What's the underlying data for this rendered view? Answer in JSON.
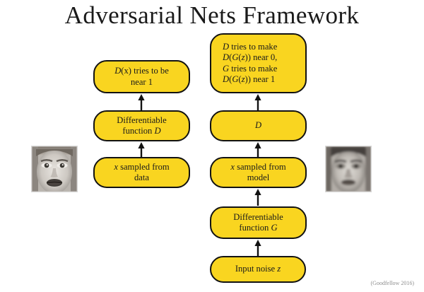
{
  "slide": {
    "title": "Adversarial Nets Framework",
    "attribution": "(Goodfellow 2016)",
    "colors": {
      "node_fill": "#f9d520",
      "node_stroke": "#121212",
      "title_color": "#1a1a1a",
      "attribution_color": "#8e8e8e",
      "background": "#ffffff"
    }
  },
  "nodes": {
    "d_objective": {
      "name": "D(x) tries to be near 1",
      "lines": [
        "D(x) tries to be",
        "near 1"
      ]
    },
    "differentiable_d": {
      "name": "Differentiable function D",
      "lines": [
        "Differentiable",
        "function D"
      ]
    },
    "x_from_data": {
      "name": "x sampled from data",
      "lines": [
        "x sampled from",
        "data"
      ]
    },
    "minimax_objective": {
      "name": "D tries to make D(G(z)) near 0, G tries to make D(G(z)) near 1",
      "lines": [
        "D tries to make",
        "D(G(z)) near 0,",
        "G tries to make",
        "D(G(z)) near 1"
      ]
    },
    "discriminator_d": {
      "name": "D",
      "lines": [
        "D"
      ]
    },
    "x_from_model": {
      "name": "x sampled from model",
      "lines": [
        "x sampled from",
        "model"
      ]
    },
    "differentiable_g": {
      "name": "Differentiable function G",
      "lines": [
        "Differentiable",
        "function G"
      ]
    },
    "input_noise": {
      "name": "Input noise z",
      "lines": [
        "Input noise z"
      ]
    }
  },
  "images": {
    "real_face": {
      "alt": "real-data-face-sample"
    },
    "generated_face": {
      "alt": "model-generated-face-sample"
    }
  },
  "arrows": {
    "direction": "up",
    "labels": [
      "data-to-differentiable-d",
      "differentiable-d-to-objective",
      "noise-to-differentiable-g",
      "differentiable-g-to-model-sample",
      "model-sample-to-discriminator",
      "discriminator-to-minimax-objective"
    ]
  }
}
